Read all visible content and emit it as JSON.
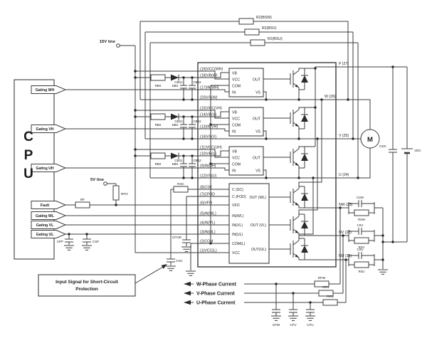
{
  "power": {
    "v15": "15V line",
    "v5": "5V line"
  },
  "cpu": {
    "l1": "C",
    "l2": "P",
    "l3": "U"
  },
  "signals": {
    "wh": "Gating WH",
    "vh": "Gating VH",
    "uh": "Gating UH",
    "fault": "Fault",
    "wl": "Gating WL",
    "vl": "Gating VL",
    "ul": "Gating UL"
  },
  "top_res": {
    "w": "R2(BSW)",
    "v": "R2(BSV)",
    "u": "R2(BSU)"
  },
  "bootstrap": {
    "r": "RBS",
    "d": "DBS",
    "c1": "CBS1",
    "c2": "CBS2"
  },
  "module": {
    "pins_left": {
      "p19": "(19)VCC(WH)",
      "p18": "(18)VB(W)",
      "p17": "(17)IN(WH)",
      "p20": "(20)VS(W)",
      "p15": "(15)VCC(VH)",
      "p14": "(14)VB(V)",
      "p13": "(13)IN(VH)",
      "p16": "(16)VS(V)",
      "p11": "(11)VCC(UH)",
      "p10": "(10)VB(U)",
      "p9": "(9)IN(UH)",
      "p12": "(12)VS(U)",
      "p8": "(8)CSC",
      "p7": "(7)CFOD",
      "p6": "(6)VFO",
      "p5": "(5)IN(WL)",
      "p4": "(4)IN(VL)",
      "p3": "(3)IN(UL)",
      "p2": "(2)COM",
      "p1": "(1)VCC(L)"
    },
    "pins_right": {
      "p27": "P (27)",
      "p26": "W (26)",
      "p25": "V (25)",
      "p24": "U (24)",
      "p23": "NW (23)",
      "p22": "NV (22)",
      "p21": "NU (21)"
    },
    "hvic": {
      "vb": "VB",
      "vcc": "VCC",
      "com": "COM",
      "in": "IN",
      "out": "OUT",
      "vs": "VS"
    },
    "lvic": {
      "csc": "C (SC)",
      "cfod": "C (FOD)",
      "vfo": "VFO",
      "inwl": "IN(WL)",
      "invl": "IN(VL)",
      "inul": "IN(UL)",
      "com": "COM(L)",
      "vcc": "VCC",
      "outwl": "OUT (WL)",
      "outvl": "OUT (VL)",
      "outul": "OUT(UL)"
    }
  },
  "components": {
    "rf": "RF",
    "rfo": "RFO",
    "rsc": "RSC",
    "csc": "CSC",
    "cfod": "CFOD",
    "cpf": "CPF",
    "csf": "CSF",
    "cdc": "CDC",
    "vdc": "VDC",
    "shunt": {
      "cw": "CSW",
      "rw": "RSW",
      "cv": "CSV",
      "rv": "RSV",
      "cu": "CSU",
      "ru": "RSU"
    },
    "sense": {
      "rw": "RFW",
      "rv": "RFV",
      "ru": "RFU",
      "cw": "CFW",
      "cv": "CFV",
      "cu": "CFU"
    }
  },
  "motor": "M",
  "labels": {
    "wcur": "W-Phase Current",
    "vcur": "V-Phase Current",
    "ucur": "U-Phase Current",
    "scbox1": "Input Signal for Short-Circuit",
    "scbox2": "Protection"
  }
}
